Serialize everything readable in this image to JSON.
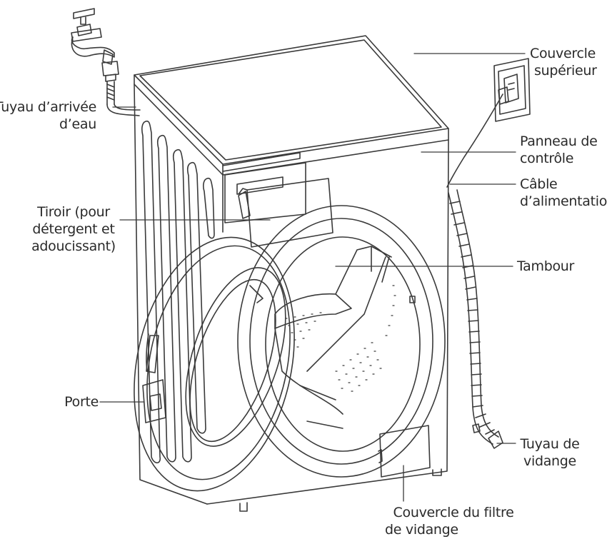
{
  "labels": {
    "top_cover": {
      "line1": "Couvercle",
      "line2": "supérieur"
    },
    "water_inlet_hose": {
      "line1": "Tuyau d’arrivée",
      "line2": "d’eau"
    },
    "control_panel": {
      "line1": "Panneau de",
      "line2": "contrôle"
    },
    "power_cable": {
      "line1": "Câble",
      "line2": "d’alimentation"
    },
    "drawer": {
      "line1": "Tiroir (pour",
      "line2": "détergent et",
      "line3": "adoucissant)"
    },
    "drum": {
      "line1": "Tambour"
    },
    "door": {
      "line1": "Porte"
    },
    "drain_hose": {
      "line1": "Tuyau de",
      "line2": "vidange"
    },
    "drain_filter_cover": {
      "line1": "Couvercle du filtre",
      "line2": "de vidange"
    }
  },
  "colors": {
    "line": "#3a3a3a",
    "text": "#2a2a2a"
  }
}
